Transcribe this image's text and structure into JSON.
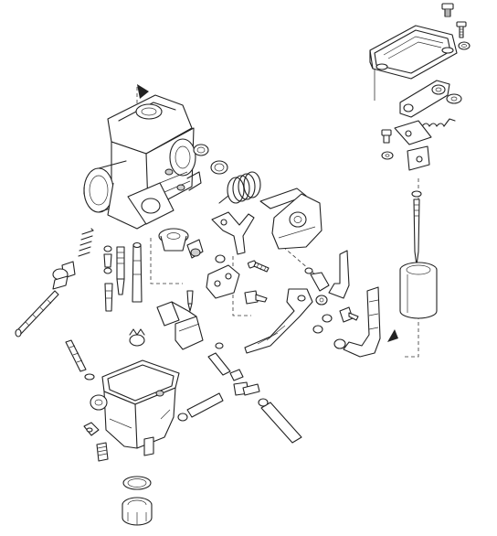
{
  "diagram": {
    "kind": "exploded-parts-view",
    "subject_icon": "carburetor-icon",
    "colors": {
      "background": "#ffffff",
      "line": "#222222",
      "shade": "#cfcfcf"
    },
    "parts": [
      "top-cover",
      "top-cover-bolt",
      "top-cover-washer",
      "throttle-link-plate",
      "link-spring",
      "link-screw",
      "jet-needle",
      "throttle-piston",
      "carburetor-body",
      "return-spring",
      "throttle-drum",
      "throttle-lever",
      "float",
      "float-needle",
      "main-jet",
      "idle-screw",
      "float-bowl",
      "bowl-drain-plug",
      "bowl-o-ring",
      "fuel-hose",
      "vent-tube",
      "choke-lever"
    ]
  }
}
